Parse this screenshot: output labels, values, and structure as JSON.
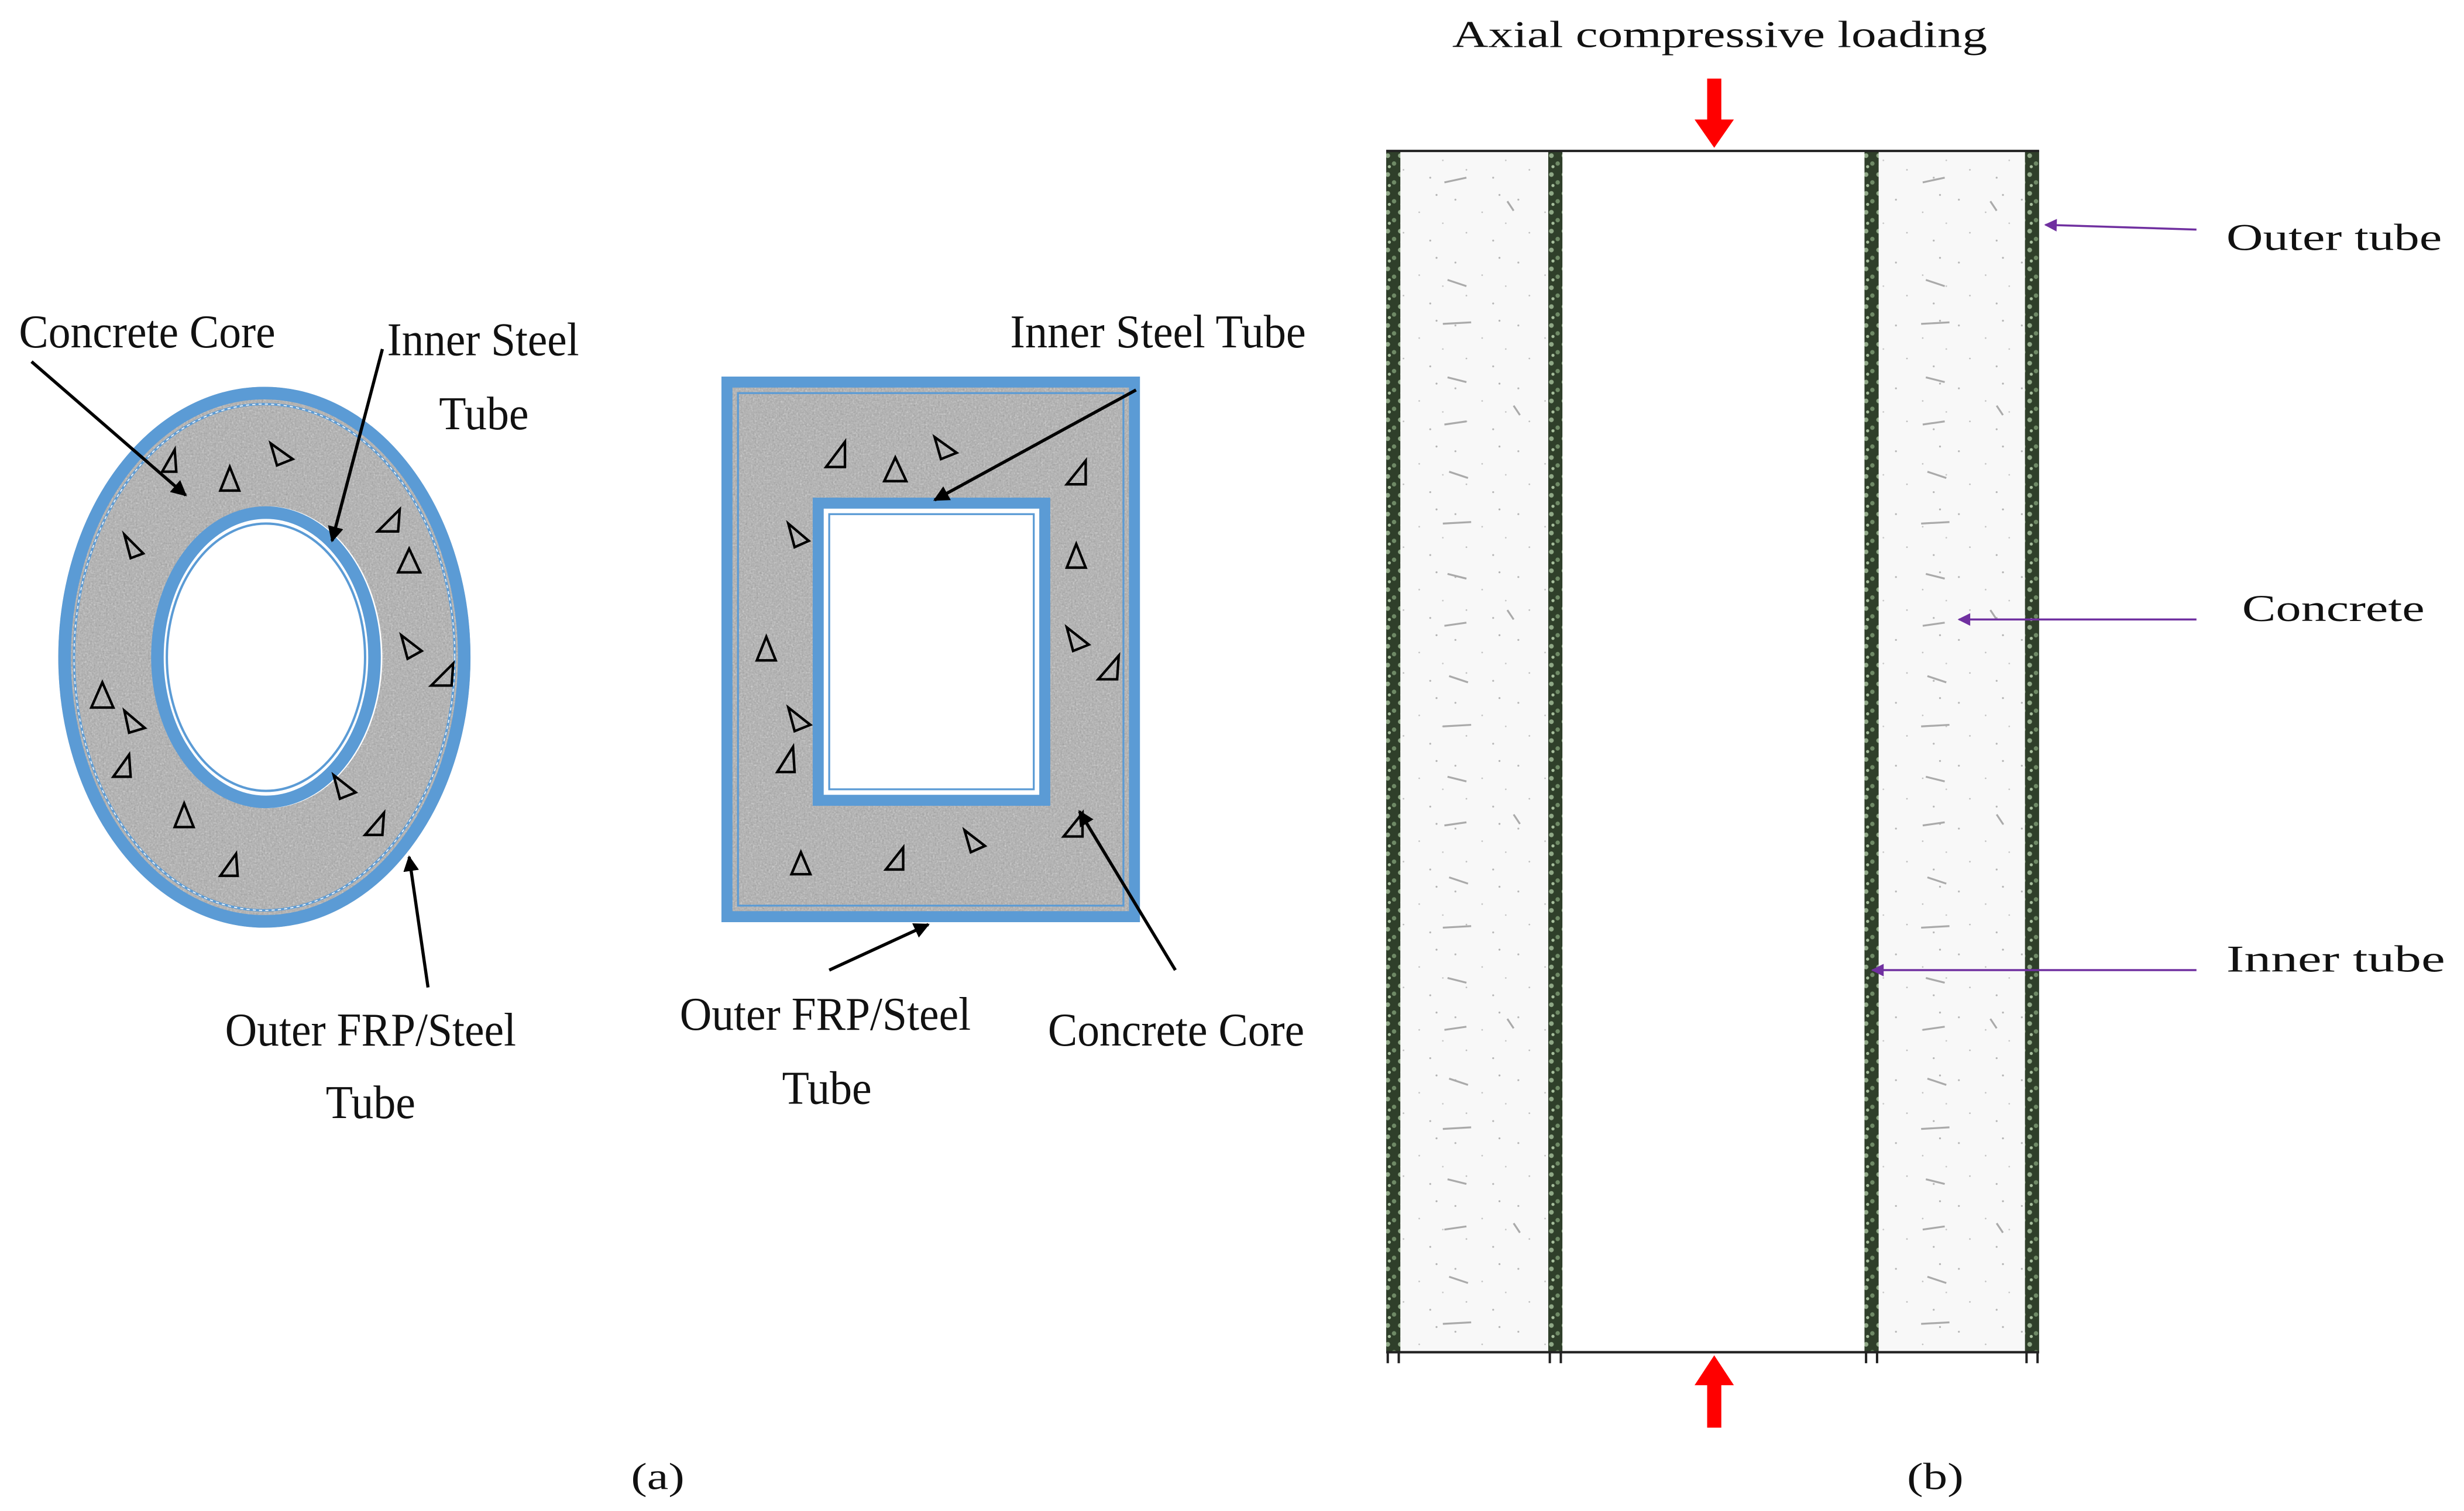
{
  "panel_a": {
    "caption": "(a)",
    "circular": {
      "concrete_core_label": "Concrete Core",
      "inner_tube_label_line1": "Inner Steel",
      "inner_tube_label_line2": "Tube",
      "outer_tube_label_line1": "Outer FRP/Steel",
      "outer_tube_label_line2": "Tube"
    },
    "square": {
      "inner_tube_label": "Inner Steel Tube",
      "outer_tube_label_line1": "Outer FRP/Steel",
      "outer_tube_label_line2": "Tube",
      "concrete_core_label": "Concrete Core"
    }
  },
  "panel_b": {
    "caption": "(b)",
    "loading_label": "Axial compressive loading",
    "outer_tube_label": "Outer tube",
    "concrete_label": "Concrete",
    "inner_tube_label": "Inner  tube"
  },
  "colors": {
    "tube_blue": "#5b9bd5",
    "load_arrow_red": "#ff0000",
    "pointer_purple": "#7030a0",
    "tube_wall_dark": "#2f3f2a",
    "concrete_grey": "#a9a9a9"
  }
}
